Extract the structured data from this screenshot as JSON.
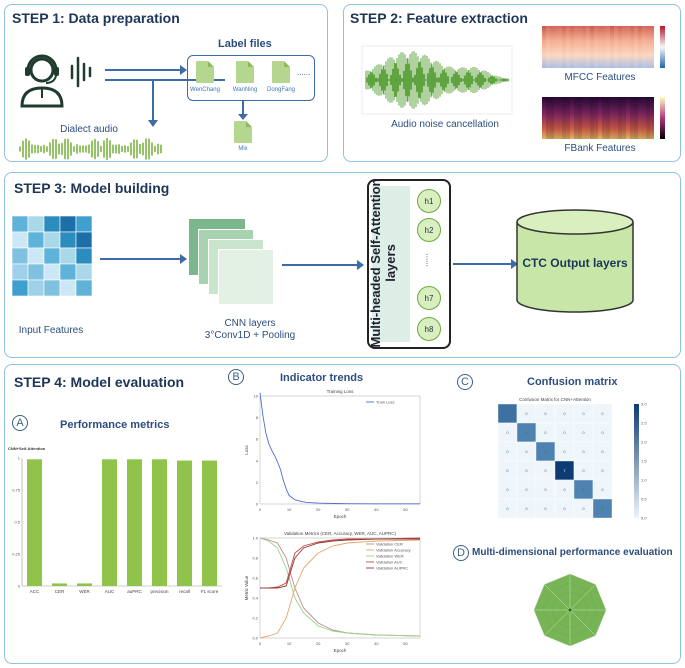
{
  "step1": {
    "title": "STEP 1:   Data preparation",
    "label_files": "Label files",
    "files": [
      "WenChang",
      "WanNing",
      "DongFang"
    ],
    "ellipsis": "......",
    "mix": "Mix",
    "dialect_audio": "Dialect audio"
  },
  "step2": {
    "title": "STEP 2:   Feature extraction",
    "audio_noise": "Audio noise cancellation",
    "mfcc": "MFCC Features",
    "fbank": "FBank Features"
  },
  "step3": {
    "title": "STEP 3:   Model building",
    "input_features": "Input Features",
    "cnn_layers": "CNN layers",
    "cnn_detail": "3°Conv1D + Pooling",
    "attention": "Multi-headed Self-Attention layers",
    "heads": [
      "h1",
      "h2",
      "h7",
      "h8"
    ],
    "dots": "......",
    "ctc": "CTC Output layers"
  },
  "step4": {
    "title": "STEP 4:   Model evaluation",
    "A": {
      "letter": "A",
      "title": "Performance metrics",
      "chart_title": "CNN+Self-Attention",
      "chart_data": {
        "type": "bar",
        "categories": [
          "ACC",
          "CER",
          "WER",
          "AUC",
          "auPRC",
          "precision",
          "recall",
          "F1 score"
        ],
        "values": [
          0.99,
          0.02,
          0.02,
          0.99,
          0.99,
          0.99,
          0.98,
          0.98
        ],
        "yticks": [
          "0",
          "0.25",
          "0.5",
          "0.75",
          "1"
        ],
        "ylim": [
          0,
          1
        ]
      }
    },
    "B": {
      "letter": "B",
      "title": "Indicator trends",
      "chart_data": [
        {
          "type": "line",
          "title": "Training Loss",
          "xlabel": "Epoch",
          "ylabel": "Loss",
          "xlim": [
            0,
            55
          ],
          "ylim": [
            0,
            10
          ],
          "xticks": [
            "0",
            "10",
            "20",
            "30",
            "40",
            "50"
          ],
          "yticks": [
            "0",
            "2",
            "4",
            "6",
            "8",
            "10"
          ],
          "series": [
            {
              "name": "Train Loss",
              "color": "#4a6fd1",
              "x": [
                0,
                1,
                2,
                3,
                4,
                5,
                6,
                7,
                8,
                9,
                10,
                12,
                14,
                16,
                20,
                25,
                30,
                40,
                50,
                55
              ],
              "y": [
                10.3,
                8.2,
                6.6,
                5.6,
                5.0,
                4.5,
                3.9,
                3.2,
                2.2,
                1.4,
                0.8,
                0.4,
                0.25,
                0.15,
                0.08,
                0.05,
                0.03,
                0.02,
                0.02,
                0.02
              ]
            }
          ]
        },
        {
          "type": "line",
          "title": "Validation Metrics (CER, Accuracy, WER, AUC, AUPRC)",
          "xlabel": "Epoch",
          "ylabel": "Metric Value",
          "xlim": [
            0,
            55
          ],
          "ylim": [
            0,
            1
          ],
          "xticks": [
            "0",
            "10",
            "20",
            "30",
            "40",
            "50"
          ],
          "yticks": [
            "0.0",
            "0.2",
            "0.4",
            "0.6",
            "0.8",
            "1.0"
          ],
          "series": [
            {
              "name": "Validation CER",
              "color": "#c48a8a",
              "x": [
                0,
                3,
                6,
                9,
                12,
                15,
                20,
                25,
                30,
                40,
                55
              ],
              "y": [
                1.0,
                0.98,
                0.95,
                0.8,
                0.5,
                0.3,
                0.15,
                0.08,
                0.05,
                0.03,
                0.02
              ]
            },
            {
              "name": "Validation Accuracy",
              "color": "#e5a56b",
              "x": [
                0,
                3,
                6,
                9,
                12,
                15,
                20,
                25,
                30,
                40,
                55
              ],
              "y": [
                0.0,
                0.02,
                0.05,
                0.2,
                0.5,
                0.7,
                0.85,
                0.92,
                0.95,
                0.97,
                0.98
              ]
            },
            {
              "name": "Validation WER",
              "color": "#9bd08b",
              "x": [
                0,
                3,
                6,
                9,
                12,
                15,
                20,
                25,
                30,
                40,
                55
              ],
              "y": [
                1.0,
                0.97,
                0.9,
                0.7,
                0.4,
                0.25,
                0.12,
                0.07,
                0.05,
                0.03,
                0.02
              ]
            },
            {
              "name": "Validation AUC",
              "color": "#c94a3c",
              "x": [
                0,
                3,
                6,
                9,
                12,
                15,
                20,
                25,
                30,
                40,
                55
              ],
              "y": [
                0.5,
                0.5,
                0.51,
                0.55,
                0.85,
                0.92,
                0.96,
                0.98,
                0.99,
                0.99,
                1.0
              ]
            },
            {
              "name": "Validation AUPRC",
              "color": "#8a3b3b",
              "x": [
                0,
                3,
                6,
                9,
                12,
                15,
                20,
                25,
                30,
                40,
                55
              ],
              "y": [
                0.5,
                0.5,
                0.5,
                0.52,
                0.8,
                0.9,
                0.95,
                0.97,
                0.98,
                0.99,
                0.99
              ]
            }
          ]
        }
      ]
    },
    "C": {
      "letter": "C",
      "title": "Confusion matrix",
      "chart_data": {
        "type": "heatmap",
        "title": "Confusion Matrix for CNN+Attention",
        "matrix": [
          [
            4,
            0,
            0,
            0,
            0,
            0
          ],
          [
            0,
            3,
            0,
            0,
            0,
            0
          ],
          [
            0,
            0,
            3,
            0,
            0,
            0
          ],
          [
            0,
            0,
            0,
            7,
            0,
            0
          ],
          [
            0,
            0,
            0,
            0,
            3,
            0
          ],
          [
            0,
            0,
            0,
            0,
            0,
            3
          ]
        ],
        "colorbar": [
          "0.0",
          "0.5",
          "1.0",
          "1.5",
          "2.0",
          "2.5",
          "3.0"
        ],
        "color_low": "#eef5fb",
        "color_high": "#0d3b73"
      }
    },
    "D": {
      "letter": "D",
      "title": "Multi-dimensional performance evaluation"
    }
  }
}
